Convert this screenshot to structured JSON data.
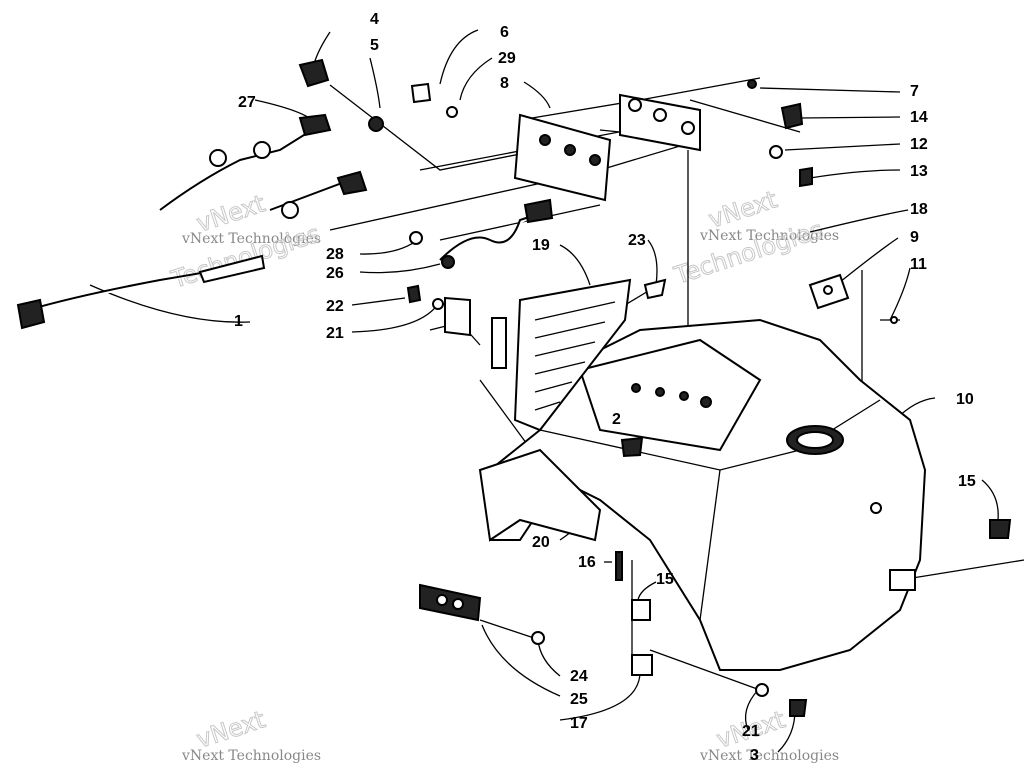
{
  "callouts": {
    "c1": "1",
    "c2": "2",
    "c3": "3",
    "c4": "4",
    "c5": "5",
    "c6": "6",
    "c7": "7",
    "c8": "8",
    "c9": "9",
    "c10": "10",
    "c11": "11",
    "c12": "12",
    "c13": "13",
    "c14": "14",
    "c15a": "15",
    "c15b": "15",
    "c16": "16",
    "c17": "17",
    "c18": "18",
    "c19": "19",
    "c20": "20",
    "c21a": "21",
    "c21b": "21",
    "c22": "22",
    "c23": "23",
    "c24": "24",
    "c25": "25",
    "c26": "26",
    "c27": "27",
    "c28": "28",
    "c29": "29"
  },
  "watermark": {
    "brand": "vNext",
    "company": "vNext Technologies",
    "word": "Technologies"
  }
}
